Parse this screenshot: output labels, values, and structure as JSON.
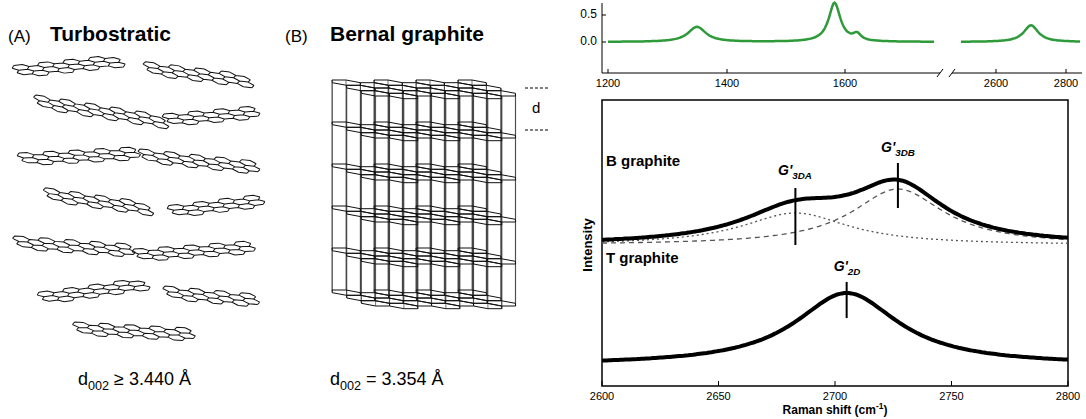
{
  "diagram": {
    "labels": [
      "(A)",
      "Turbostratic",
      "(B)",
      "Bernal graphite",
      "d",
      "d",
      "002",
      "≥ 3.440 Å",
      "d",
      "002",
      "= 3.354 Å",
      "0.5",
      "0.0",
      "1200",
      "1400",
      "1600",
      "2600",
      "2800",
      "Intensity",
      "G'",
      "3DA",
      "G'",
      "3DB",
      "B graphite",
      "T graphite",
      "G'",
      "2D",
      "2600",
      "2650",
      "2700",
      "2750",
      "2800",
      "Raman shift (cm",
      "-1",
      ")"
    ]
  }
}
